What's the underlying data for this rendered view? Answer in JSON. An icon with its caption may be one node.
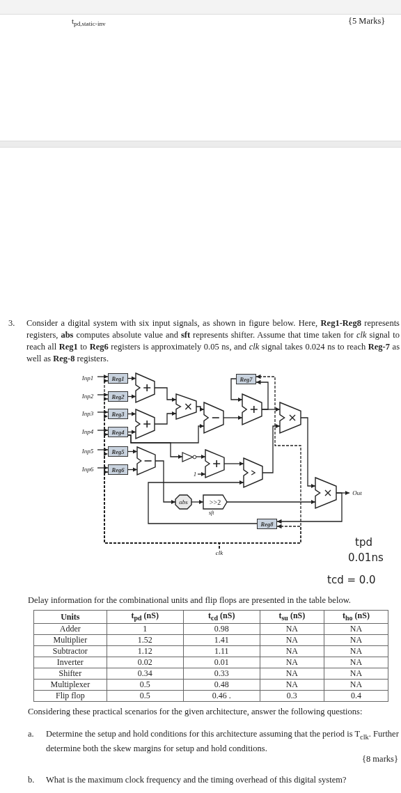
{
  "diagram": {
    "nodes": [
      {
        "text": [
          "Inp1"
        ]
      },
      {
        "text": [
          "Reg1"
        ]
      },
      {
        "text": [
          "Inp2"
        ]
      },
      {
        "text": [
          "Reg2"
        ]
      },
      {
        "text": [
          "Inp3"
        ]
      },
      {
        "text": [
          "Reg3"
        ]
      },
      {
        "text": [
          "Inp4"
        ]
      },
      {
        "text": [
          "Reg4"
        ]
      },
      {
        "text": [
          "Inp5"
        ]
      },
      {
        "text": [
          "Reg5"
        ]
      },
      {
        "text": [
          "Inp6"
        ]
      },
      {
        "text": [
          "Reg6"
        ]
      },
      {
        "text": [
          "Reg7"
        ]
      },
      {
        "text": [],
        "shape": "trapezoid"
      },
      {
        "text": [],
        "shape": "trapezoid"
      },
      {
        "text": [],
        "shape": "trapezoid"
      },
      {
        "text": [],
        "shape": "trapezoid"
      },
      {
        "text": [],
        "shape": "trapezoid"
      },
      {
        "text": [],
        "shape": "trapezoid"
      },
      {
        "text": [],
        "shape": "trapezoid"
      },
      {
        "text": [],
        "shape": "triangle"
      },
      {
        "text": [
          "1"
        ]
      },
      {
        "text": [],
        "shape": "trapezoid"
      },
      {
        "text": [],
        "shape": "trapezoid"
      },
      {
        "text": [],
        "shape": "trapezoid"
      },
      {
        "text": [
          "Out"
        ]
      },
      {
        "text": [
          "abs"
        ]
      },
      {
        "text": [
          ">>2"
        ],
        "beside": [
          "sft"
        ]
      },
      {
        "text": [
          "Reg8"
        ]
      },
      {
        "text": [
          "clk"
        ]
      }
    ],
    "edges": [
      {
        "from": 0,
        "to": 1,
        "arrow": "to"
      },
      {
        "from": 2,
        "to": 3,
        "arrow": "to"
      },
      {
        "from": 4,
        "to": 5,
        "arrow": "to"
      },
      {
        "from": 6,
        "to": 7,
        "arrow": "to"
      },
      {
        "from": 8,
        "to": 9,
        "arrow": "to"
      },
      {
        "from": 10,
        "to": 11,
        "arrow": "to"
      },
      {
        "from": 1,
        "to": 13,
        "arrow": "to"
      },
      {
        "from": 3,
        "to": 13,
        "arrow": "to"
      },
      {
        "from": 5,
        "to": 14,
        "arrow": "to"
      },
      {
        "from": 7,
        "to": 14,
        "arrow": "to"
      },
      {
        "from": 13,
        "to": 15,
        "arrow": "to"
      },
      {
        "from": 14,
        "to": 15,
        "arrow": "to"
      },
      {
        "from": 15,
        "to": 16,
        "arrow": "to"
      },
      {
        "from": 7,
        "to": 16,
        "arrow": "to"
      },
      {
        "from": 16,
        "to": 17,
        "arrow": "to"
      },
      {
        "from": 12,
        "to": 17,
        "arrow": "to"
      },
      {
        "from": 17,
        "to": 12,
        "arrow": "to"
      },
      {
        "from": 17,
        "to": 18,
        "arrow": "to"
      },
      {
        "from": 9,
        "to": 19,
        "arrow": "to"
      },
      {
        "from": 11,
        "to": 19,
        "arrow": "to"
      },
      {
        "from": 7,
        "to": 20,
        "arrow": "to"
      },
      {
        "from": 20,
        "to": 22,
        "arrow": "to"
      },
      {
        "from": 21,
        "to": 22,
        "arrow": "to"
      },
      {
        "from": 22,
        "to": 23,
        "arrow": "to"
      },
      {
        "from": 28,
        "to": 23,
        "arrow": "to"
      },
      {
        "from": 23,
        "to": 18,
        "arrow": "to"
      },
      {
        "from": 19,
        "to": 26,
        "arrow": "to"
      },
      {
        "from": 26,
        "to": 27,
        "arrow": "to"
      },
      {
        "from": 18,
        "to": 24,
        "arrow": "to"
      },
      {
        "from": 27,
        "to": 24,
        "arrow": "to"
      },
      {
        "from": 24,
        "to": 25,
        "arrow": "to"
      },
      {
        "from": 24,
        "to": 28,
        "arrow": "to"
      },
      {
        "from": 29,
        "to": 1,
        "arrow": "to",
        "style": "dashed"
      },
      {
        "from": 29,
        "to": 3,
        "arrow": "to",
        "style": "dashed"
      },
      {
        "from": 29,
        "to": 5,
        "arrow": "to",
        "style": "dashed"
      },
      {
        "from": 29,
        "to": 7,
        "arrow": "to",
        "style": "dashed"
      },
      {
        "from": 29,
        "to": 9,
        "arrow": "to",
        "style": "dashed"
      },
      {
        "from": 29,
        "to": 11,
        "arrow": "to",
        "style": "dashed"
      },
      {
        "from": 29,
        "to": 12,
        "arrow": "to",
        "style": "dashed"
      },
      {
        "from": 29,
        "to": 28,
        "arrow": "to",
        "style": "dashed"
      }
    ],
    "labels": [
      "t$_{pd,static-inv}$",
      "{5 Marks}",
      "3.",
      "Consider a digital system with six input signals, as shown in figure below. Here, **Reg1-Reg8** represents registers, **abs** computes absolute value and **sft** represents shifter. Assume that time taken for *clk* signal to reach all **Reg1** to **Reg6** registers is approximately 0.05 ns, and *clk* signal takes 0.024 ns to reach **Reg-7** as well as **Reg-8** registers.",
      "tpd",
      "0.01ns",
      "tcd = 0.0",
      "Delay information for the combinational units and flip flops are presented in the table below.",
      "Units",
      "t$_{pd}$ (nS)",
      "t$_{cd}$ (nS)",
      "t$_{su}$ (nS)",
      "t$_{ho}$ (nS)",
      "Adder",
      "1",
      "0.98",
      "NA",
      "NA",
      "Multiplier",
      "1.52",
      "1.41",
      "NA",
      "NA",
      "Subtractor",
      "1.12",
      "1.11",
      "NA",
      "NA",
      "Inverter",
      "0.02",
      "0.01",
      "NA",
      "NA",
      "Shifter",
      "0.34",
      "0.33",
      "NA",
      "NA",
      "Multiplexer",
      "0.5",
      "0.48",
      "NA",
      "NA",
      "Flip flop",
      "0.5",
      "0.46 .",
      "0.3",
      "0.4",
      "Considering these practical scenarios for the given architecture, answer the following questions:",
      "a.",
      "Determine the setup and hold conditions for this architecture assuming that the period is T$_{clk}$. Further determine both the skew margins for setup and hold conditions.",
      "{8 marks}",
      "b.",
      "What is the maximum clock frequency and the timing overhead of this digital system?"
    ]
  }
}
